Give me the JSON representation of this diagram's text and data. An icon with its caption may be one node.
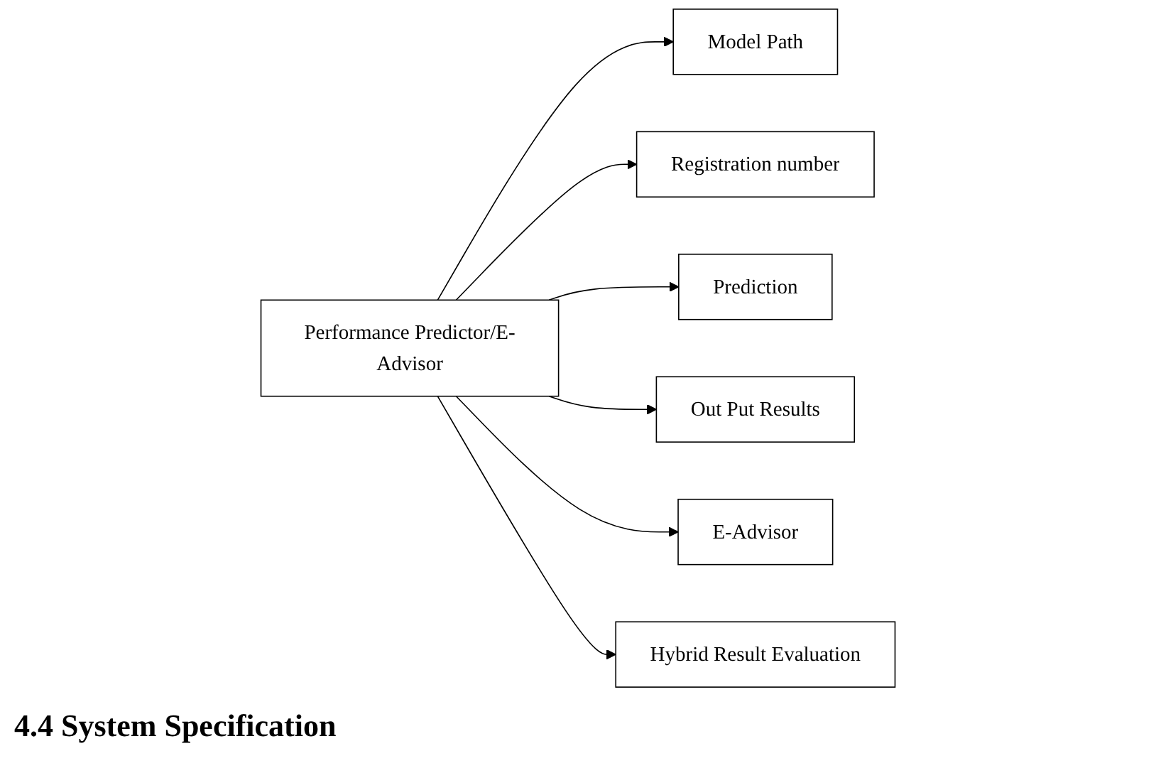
{
  "diagram": {
    "nodes": [
      {
        "text": [
          "Performance Predictor/E-Advisor"
        ]
      },
      {
        "text": [
          "Model Path"
        ]
      },
      {
        "text": [
          "Registration number"
        ]
      },
      {
        "text": [
          "Prediction"
        ]
      },
      {
        "text": [
          "Out Put Results"
        ]
      },
      {
        "text": [
          "E-Advisor"
        ]
      },
      {
        "text": [
          "Hybrid Result Evaluation"
        ]
      }
    ],
    "edges": [
      {
        "from": 0,
        "to": 1,
        "arrow": "to"
      },
      {
        "from": 0,
        "to": 2,
        "arrow": "to"
      },
      {
        "from": 0,
        "to": 3,
        "arrow": "to"
      },
      {
        "from": 0,
        "to": 4,
        "arrow": "to"
      },
      {
        "from": 0,
        "to": 5,
        "arrow": "to"
      },
      {
        "from": 0,
        "to": 6,
        "arrow": "to"
      }
    ],
    "labels": [
      "4.4 System Specification"
    ]
  }
}
